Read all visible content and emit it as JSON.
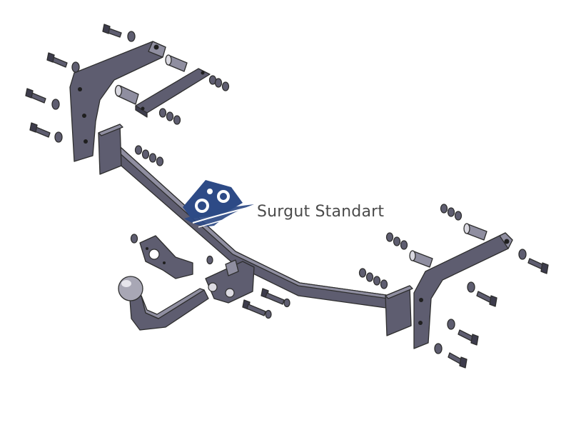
{
  "watermark": {
    "text": "Surgut Standart",
    "logo_icon": "gears-and-wave-logo",
    "brand_color": "#2d4a86"
  },
  "drawing": {
    "subject": "tow-bar-assembly",
    "part_color": "#5e5d70",
    "outline_color": "#2e2e2e"
  }
}
